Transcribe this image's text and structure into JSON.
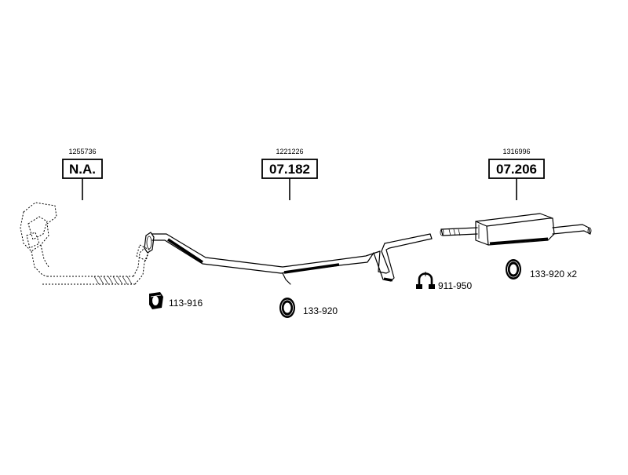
{
  "callouts": [
    {
      "ref": "1255736",
      "code": "N.A."
    },
    {
      "ref": "1221226",
      "code": "07.182"
    },
    {
      "ref": "1316996",
      "code": "07.206"
    }
  ],
  "parts": [
    {
      "label": "113-916",
      "icon": "rubber-hanger-icon"
    },
    {
      "label": "133-920",
      "icon": "rubber-ring-icon"
    },
    {
      "label": "911-950",
      "icon": "clamp-icon"
    },
    {
      "label": "133-920 x2",
      "icon": "rubber-ring-icon"
    }
  ]
}
